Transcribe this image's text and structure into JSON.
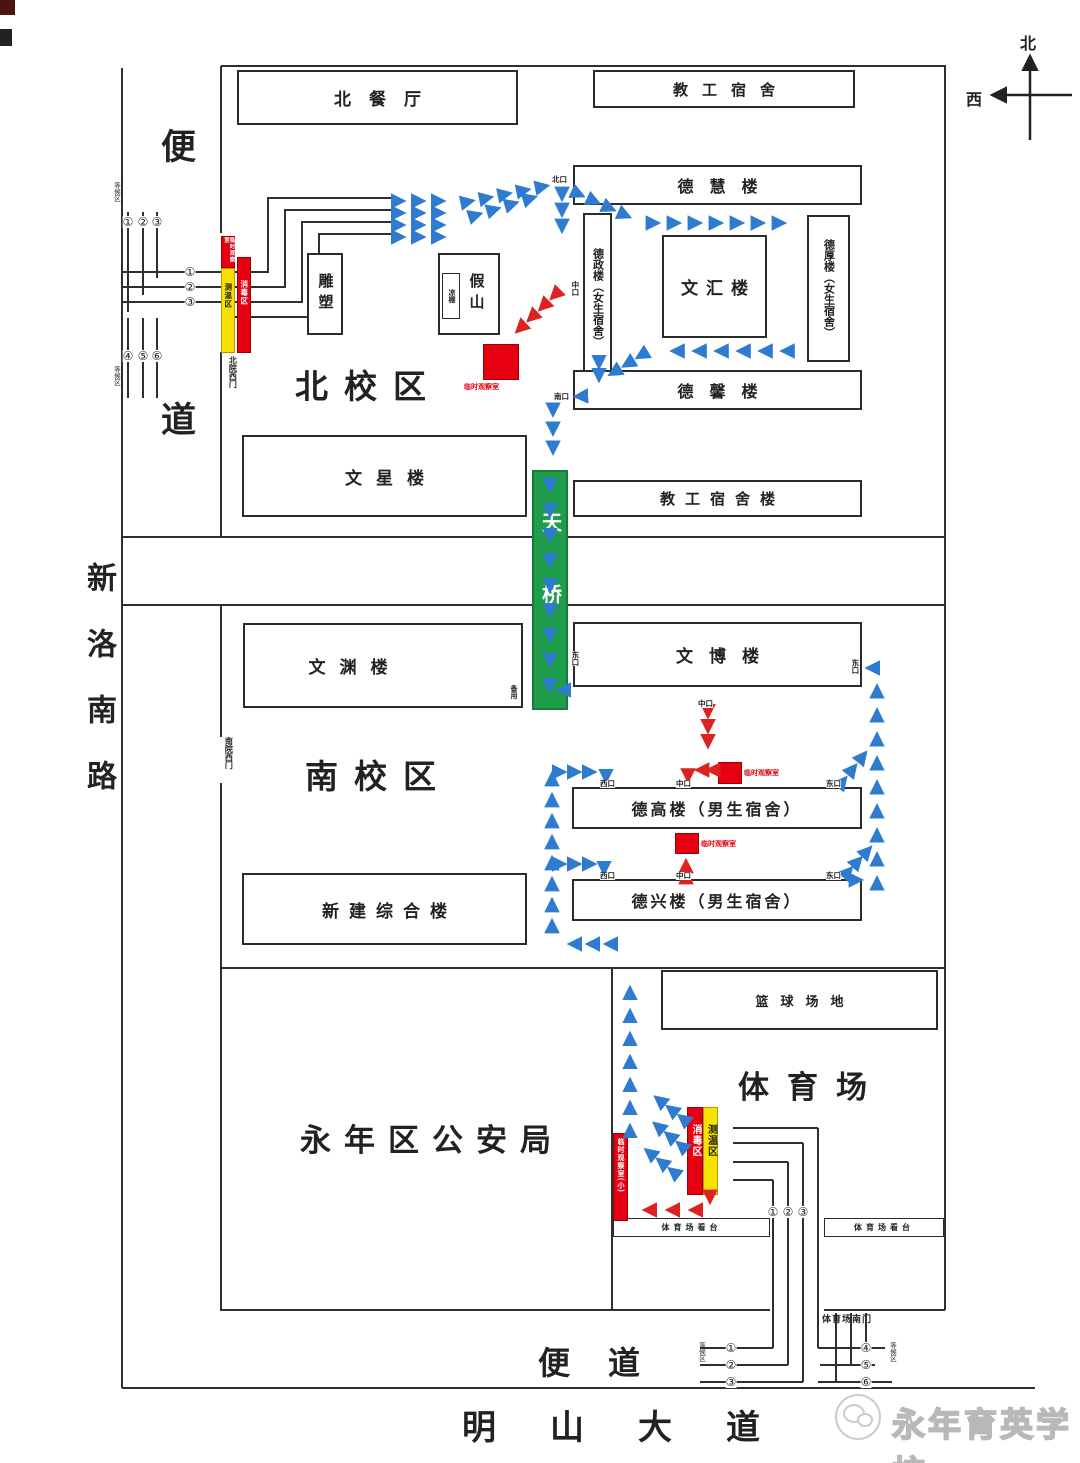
{
  "compass": {
    "north": "北",
    "west": "西"
  },
  "roads": {
    "west_lane": "便道",
    "xinluo": "新洛南路",
    "south_lane": "便道",
    "mingshan": "明山大道"
  },
  "areas": {
    "north_campus": "北校区",
    "south_campus": "南校区",
    "stadium": "体育场"
  },
  "gates": {
    "north_west": "北院西门",
    "south_west": "南院西门",
    "stadium_south": "体育场南门"
  },
  "buildings": {
    "north_canteen": "北餐厅",
    "staff_dorm": "教工宿舍",
    "dehui": "德慧楼",
    "dezheng": "德政楼（女生宿舍）",
    "wenhui": "文汇楼",
    "dehou": "德厚楼（女生宿舍）",
    "dexin_bldg": "德馨楼",
    "wenxing": "文星楼",
    "staff_dorm_bldg": "教工宿舍楼",
    "sculpture": "雕塑",
    "rockery": "假山",
    "pavilion": "凉棚",
    "bridge": "天桥",
    "wenyuan": "文渊楼",
    "spare": "备用",
    "wenbo": "文博楼",
    "degao": "德高楼（男生宿舍）",
    "dexing": "德兴楼（男生宿舍）",
    "new_complex": "新建综合楼",
    "police": "永年区公安局",
    "basketball": "篮球场地",
    "stands_left": "体育场看台",
    "stands_right": "体育场看台"
  },
  "markers": {
    "north_gate": {
      "observe": "临时观察室",
      "temp": "测温区",
      "disinfect": "消毒区"
    },
    "south_gate": {
      "observe": "临时观察室(小)",
      "temp": "测温区",
      "disinfect": "消毒区"
    },
    "squares": {
      "north_caption": "临时观察室",
      "wenbo_caption": "临时观察室",
      "dexing_caption": "临时观察室"
    }
  },
  "doors": {
    "north1": "北口",
    "dezheng_mid": "中口",
    "south1": "南口",
    "bridge_east": "东口",
    "wenbo_east": "东口",
    "wenbo_mid": "中口",
    "degao_west": "西口",
    "degao_mid": "中口",
    "degao_east": "东口",
    "dexing_west": "西口",
    "dexing_mid": "中口",
    "dexing_east": "东口"
  },
  "queue": {
    "waiting": "等候区",
    "top_row": [
      "①",
      "②",
      "③"
    ],
    "mid_col": [
      "①",
      "②",
      "③"
    ],
    "bottom_row": [
      "④",
      "⑤",
      "⑥"
    ],
    "south_gap": [
      "①",
      "②",
      "③"
    ],
    "south_left": [
      "①",
      "②",
      "③"
    ],
    "south_right": [
      "④",
      "⑤",
      "⑥"
    ]
  },
  "logo": {
    "name": "永年育英学校"
  },
  "colors": {
    "route_blue": "#2e7bd0",
    "route_red": "#dd2222",
    "bridge_green": "#1f9d4b",
    "marker_red": "#e60012",
    "marker_yellow": "#f7e100"
  }
}
